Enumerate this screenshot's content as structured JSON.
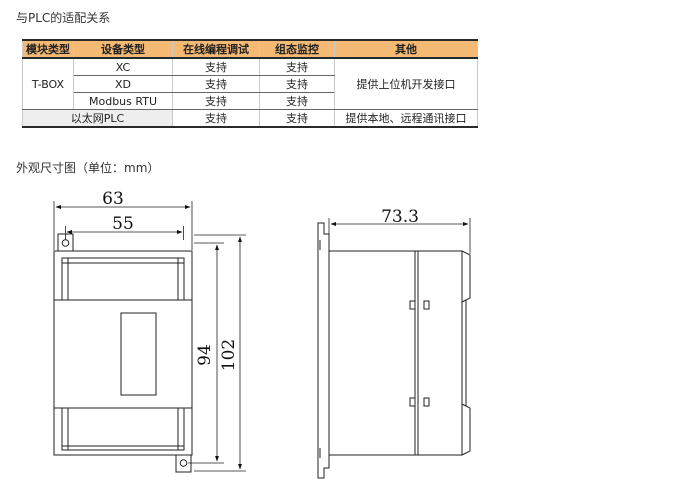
{
  "section1": {
    "title": "与PLC的适配关系"
  },
  "table": {
    "headers": [
      "模块类型",
      "设备类型",
      "在线编程调试",
      "组态监控",
      "其他"
    ],
    "tbox_label": "T-BOX",
    "rows": [
      {
        "device": "XC",
        "online": "支持",
        "monitor": "支持"
      },
      {
        "device": "XD",
        "online": "支持",
        "monitor": "支持"
      },
      {
        "device": "Modbus RTU",
        "online": "支持",
        "monitor": "支持"
      }
    ],
    "tbox_other": "提供上位机开发接口",
    "ethernet": {
      "module": "以太网PLC",
      "online": "支持",
      "monitor": "支持",
      "other": "提供本地、远程通讯接口"
    }
  },
  "section2": {
    "title": "外观尺寸图（单位：mm）"
  },
  "dimensions": {
    "front_width": "63",
    "front_inner_width": "55",
    "front_inner_height": "94",
    "front_height": "102",
    "side_width": "73.3"
  }
}
